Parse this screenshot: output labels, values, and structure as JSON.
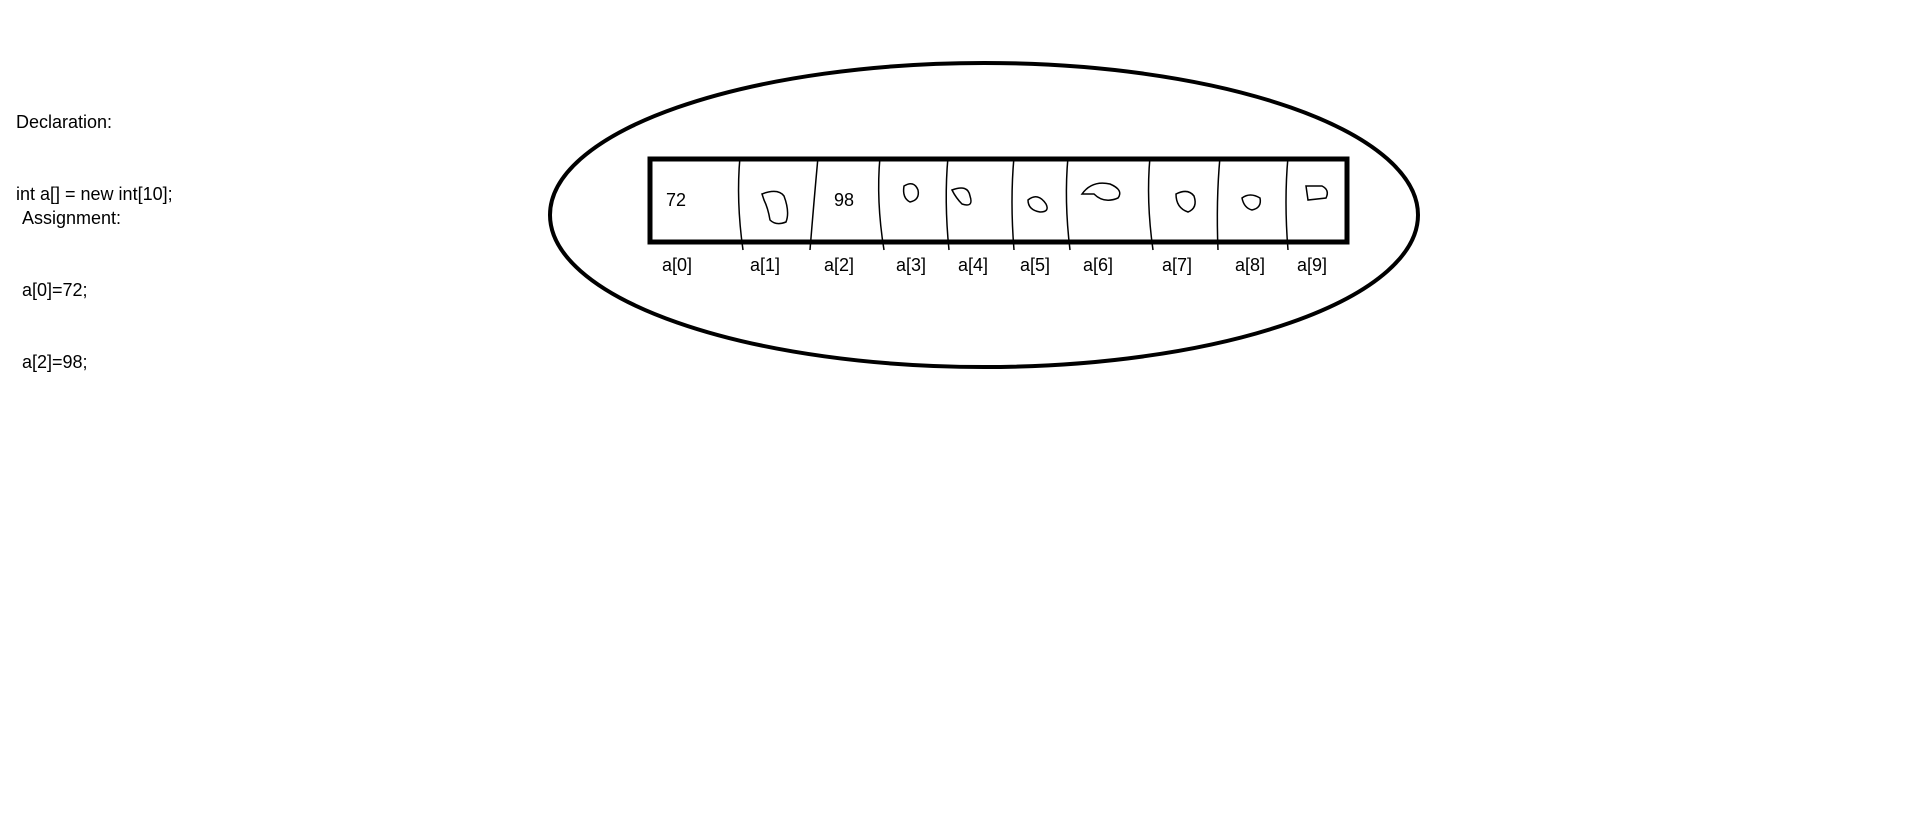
{
  "declaration": {
    "heading": "Declaration:",
    "code": "int a[] = new int[10];"
  },
  "assignment": {
    "heading": "Assignment:",
    "lines": [
      "a[0]=72;",
      "a[2]=98;"
    ]
  },
  "array": {
    "cells": [
      {
        "label": "a[0]",
        "value": "72"
      },
      {
        "label": "a[1]",
        "value": null
      },
      {
        "label": "a[2]",
        "value": "98"
      },
      {
        "label": "a[3]",
        "value": null
      },
      {
        "label": "a[4]",
        "value": null
      },
      {
        "label": "a[5]",
        "value": null
      },
      {
        "label": "a[6]",
        "value": null
      },
      {
        "label": "a[7]",
        "value": null
      },
      {
        "label": "a[8]",
        "value": null
      },
      {
        "label": "a[9]",
        "value": null
      }
    ]
  },
  "colors": {
    "stroke": "#000000",
    "background": "#ffffff"
  }
}
